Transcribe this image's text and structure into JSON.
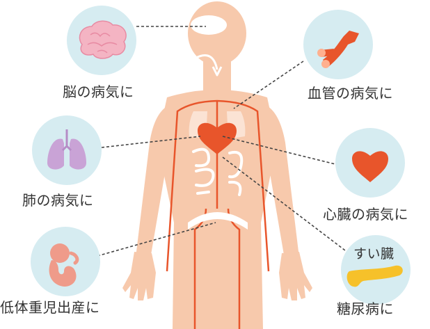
{
  "labels": {
    "brain": "脳の病気に",
    "blood_vessel": "血管の病気に",
    "lung": "肺の病気に",
    "heart": "心臓の病気に",
    "low_birth_weight": "低体重児出産に",
    "pancreas": "すい臓",
    "diabetes": "糖尿病に"
  },
  "icons": {
    "brain": "brain-icon",
    "blood_vessel": "blood-vessel-icon",
    "lung": "lungs-icon",
    "heart": "heart-icon",
    "fetus": "fetus-icon",
    "pancreas": "pancreas-icon"
  },
  "colors": {
    "body": "#f7c9ac",
    "organ": "#e8552b",
    "circle": "#d6ecf1",
    "brain": "#f4b4c3",
    "lung": "#c9a3d6",
    "fetus": "#ef9b8a",
    "pancreas": "#f6c12a",
    "text": "#333333"
  }
}
